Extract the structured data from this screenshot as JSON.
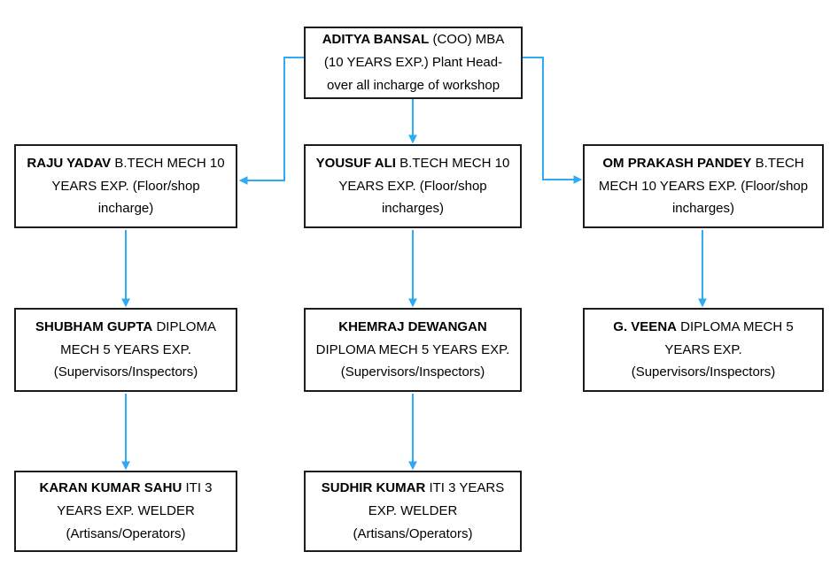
{
  "diagram": {
    "type": "org-chart",
    "connector_color": "#2FACF1",
    "nodes": [
      {
        "id": "aditya-bansal",
        "name": "ADITYA BANSAL",
        "details": "(COO) MBA (10 YEARS EXP.) Plant Head-over all incharge of workshop"
      },
      {
        "id": "raju-yadav",
        "name": "RAJU YADAV",
        "details": "B.TECH MECH 10 YEARS EXP. (Floor/shop incharge)"
      },
      {
        "id": "yousuf-ali",
        "name": "YOUSUF ALI",
        "details": "B.TECH MECH 10 YEARS EXP. (Floor/shop incharges)"
      },
      {
        "id": "om-prakash-pandey",
        "name": "OM PRAKASH PANDEY",
        "details": "B.TECH MECH 10 YEARS EXP. (Floor/shop incharges)"
      },
      {
        "id": "shubham-gupta",
        "name": "SHUBHAM GUPTA",
        "details": "DIPLOMA MECH 5 YEARS EXP. (Supervisors/Inspectors)"
      },
      {
        "id": "khemraj-dewangan",
        "name": "KHEMRAJ DEWANGAN",
        "details": "DIPLOMA MECH 5 YEARS EXP. (Supervisors/Inspectors)"
      },
      {
        "id": "g-veena",
        "name": "G. VEENA",
        "details": "DIPLOMA MECH 5 YEARS EXP. (Supervisors/Inspectors)"
      },
      {
        "id": "karan-kumar-sahu",
        "name": "KARAN KUMAR SAHU",
        "details": "ITI 3 YEARS EXP. WELDER (Artisans/Operators)"
      },
      {
        "id": "sudhir-kumar",
        "name": "SUDHIR KUMAR",
        "details": "ITI 3 YEARS EXP. WELDER (Artisans/Operators)"
      }
    ],
    "edges": [
      {
        "from": "aditya-bansal",
        "to": "raju-yadav"
      },
      {
        "from": "aditya-bansal",
        "to": "yousuf-ali"
      },
      {
        "from": "aditya-bansal",
        "to": "om-prakash-pandey"
      },
      {
        "from": "raju-yadav",
        "to": "shubham-gupta"
      },
      {
        "from": "yousuf-ali",
        "to": "khemraj-dewangan"
      },
      {
        "from": "om-prakash-pandey",
        "to": "g-veena"
      },
      {
        "from": "shubham-gupta",
        "to": "karan-kumar-sahu"
      },
      {
        "from": "khemraj-dewangan",
        "to": "sudhir-kumar"
      }
    ]
  }
}
